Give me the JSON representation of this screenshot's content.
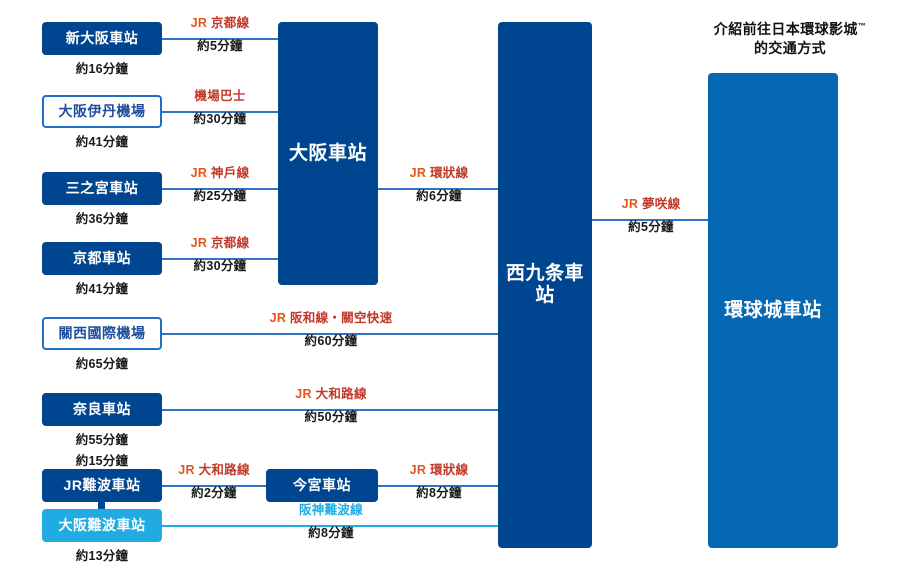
{
  "heading": {
    "line1": "介紹前往日本環球影城",
    "trademark": "™",
    "line2": "的交通方式"
  },
  "stations": {
    "shin_osaka": {
      "name": "新大阪車站",
      "duration": "約16分鐘"
    },
    "itami": {
      "name": "大阪伊丹機場",
      "duration": "約41分鐘"
    },
    "sannomiya": {
      "name": "三之宮車站",
      "duration": "約36分鐘"
    },
    "kyoto": {
      "name": "京都車站",
      "duration": "約41分鐘"
    },
    "kansai_airport": {
      "name": "關西國際機場",
      "duration": "約65分鐘"
    },
    "nara": {
      "name": "奈良車站",
      "duration": "約55分鐘"
    },
    "jr_namba": {
      "name": "JR難波車站",
      "duration_above": "約15分鐘"
    },
    "osaka_namba": {
      "name": "大阪難波車站",
      "duration": "約13分鐘"
    },
    "imamiya": {
      "name": "今宮車站"
    },
    "osaka": {
      "name": "大阪車站"
    },
    "nishikujo": {
      "name": "西九条車站"
    },
    "universal_city": {
      "name": "環球城車站"
    }
  },
  "connections": {
    "shin_osaka_to_osaka": {
      "jr": "JR",
      "line": "京都線",
      "time": "約5分鐘"
    },
    "itami_to_osaka": {
      "jr": "",
      "line": "機場巴士",
      "time": "約30分鐘"
    },
    "sannomiya_to_osaka": {
      "jr": "JR",
      "line": "神戶線",
      "time": "約25分鐘"
    },
    "kyoto_to_osaka": {
      "jr": "JR",
      "line": "京都線",
      "time": "約30分鐘"
    },
    "osaka_to_nishikujo": {
      "jr": "JR",
      "line": "環狀線",
      "time": "約6分鐘"
    },
    "kansai_to_nishikujo": {
      "jr": "JR",
      "line": "阪和線・關空快速",
      "time": "約60分鐘"
    },
    "nara_to_nishikujo": {
      "jr": "JR",
      "line": "大和路線",
      "time": "約50分鐘"
    },
    "jr_namba_to_imamiya": {
      "jr": "JR",
      "line": "大和路線",
      "time": "約2分鐘"
    },
    "imamiya_to_nishikujo": {
      "jr": "JR",
      "line": "環狀線",
      "time": "約8分鐘"
    },
    "osaka_namba_to_nishikujo": {
      "jr": "",
      "line": "阪神難波線",
      "time": "約8分鐘"
    },
    "nishikujo_to_universal": {
      "jr": "JR",
      "line": "夢咲線",
      "time": "約5分鐘"
    }
  },
  "colors": {
    "dark_blue": "#00458F",
    "mid_blue": "#0668B3",
    "light_blue": "#20ABE2",
    "line_blue": "#2E74C0",
    "label_red": "#C0392B",
    "label_orange": "#E8541E"
  }
}
